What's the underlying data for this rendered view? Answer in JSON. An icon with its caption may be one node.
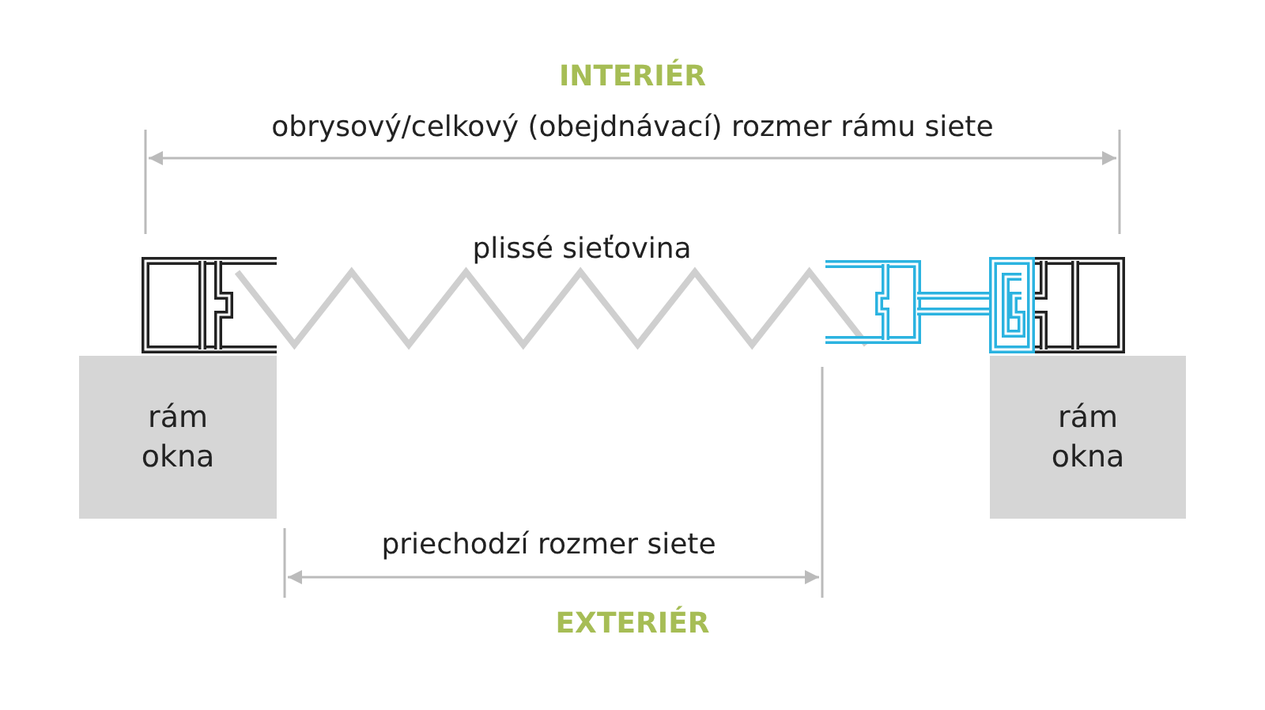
{
  "diagram": {
    "nodes": [
      {
        "text": [
          "rám okna"
        ]
      },
      {
        "text": [
          "rám okna"
        ]
      }
    ],
    "labels": [
      "INTERIÉR",
      "obrysový/celkový (obejdnávací) rozmer rámu siete",
      "plissé sieťovina",
      "priechodzí rozmer siete",
      "EXTERIÉR"
    ]
  }
}
